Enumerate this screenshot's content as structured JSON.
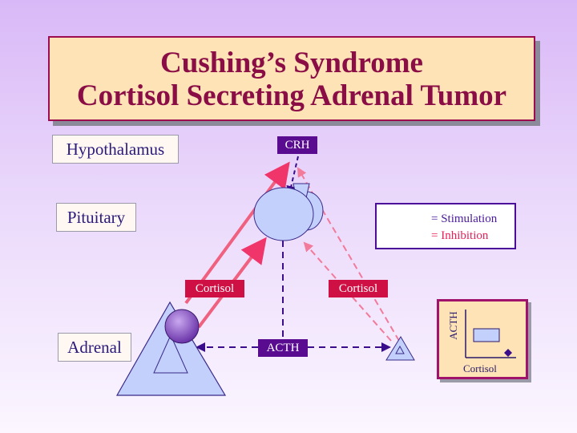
{
  "title": {
    "line1": "Cushing’s Syndrome",
    "line2": "Cortisol Secreting Adrenal Tumor"
  },
  "regions": {
    "hypothalamus": "Hypothalamus",
    "pituitary": "Pituitary",
    "adrenal": "Adrenal"
  },
  "hormones": {
    "crh": "CRH",
    "acth": "ACTH",
    "cortisol_left": "Cortisol",
    "cortisol_right": "Cortisol"
  },
  "legend": {
    "stimulation": "= Stimulation",
    "inhibition": "= Inhibition",
    "stimulation_color": "#4a0d9a",
    "inhibition_color": "#f0356a"
  },
  "mini_chart": {
    "xlabel": "Cortisol",
    "ylabel": "ACTH"
  },
  "colors": {
    "title_text": "#8b0d45",
    "title_bg": "#fde3b6",
    "shape_fill": "#c3d0fb",
    "tumor_fill": "#8a55c8",
    "tag_red": "#cf1044",
    "tag_purple": "#5a0c91"
  }
}
